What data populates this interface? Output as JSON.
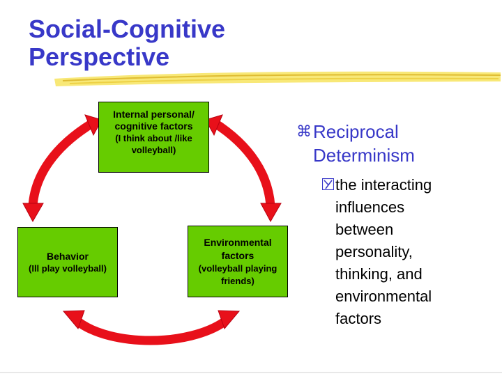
{
  "slide": {
    "title_line1": "Social-Cognitive",
    "title_line2": "Perspective"
  },
  "colors": {
    "title": "#3838c8",
    "accent_underline": "#f2d830",
    "box_fill": "#66cc00",
    "arrow": "#e8101a"
  },
  "diagram": {
    "top_box": {
      "line1": "Internal personal/",
      "line2": "cognitive factors",
      "line3": "(I think about /like",
      "line4": "volleyball)"
    },
    "left_box": {
      "line1": "Behavior",
      "line2": "(Ill play volleyball)"
    },
    "right_box": {
      "line1": "Environmental",
      "line2": "factors",
      "line3": "(volleyball playing",
      "line4": "friends)"
    },
    "arrows": "double-headed red arrows connecting the three boxes"
  },
  "bullets": {
    "level1_icon": "command-key-icon",
    "level1_line1": "Reciprocal",
    "level1_line2": "Determinism",
    "level2_icon": "y-checkbox-icon",
    "level2_lines": [
      "the interacting",
      "influences",
      "between",
      "personality,",
      "thinking, and",
      "environmental",
      "factors"
    ]
  }
}
